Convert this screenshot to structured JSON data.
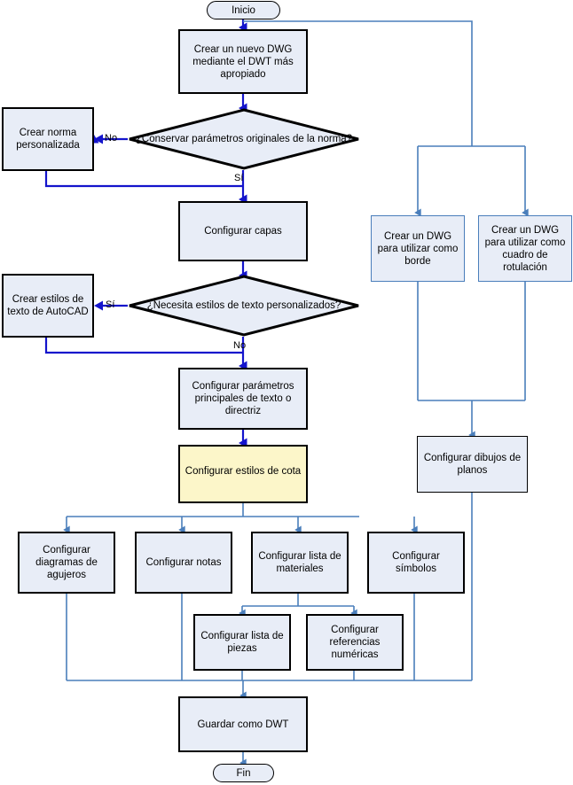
{
  "diagram": {
    "title": "Flujo de configuracion de plantilla DWT",
    "colors": {
      "node_fill": "#e8edf7",
      "node_border": "#000000",
      "thin_border": "#4a7ebb",
      "highlight_fill": "#fcf6c9",
      "connector_blue": "#4a7ebb",
      "decision_connector": "#0000cc",
      "background": "#ffffff"
    },
    "nodes": {
      "start": "Inicio",
      "end": "Fin",
      "create_dwg": "Crear un nuevo DWG mediante el DWT más apropiado",
      "decision_norma": "¿Conservar parámetros originales de la norma?",
      "crear_norma": "Crear norma personalizada",
      "configurar_capas": "Configurar capas",
      "decision_estilos": "¿Necesita estilos de texto personalizados?",
      "crear_estilos": "Crear estilos de texto de AutoCAD",
      "config_parametros": "Configurar parámetros principales de texto o directriz",
      "config_estilos_cota": "Configurar estilos de cota",
      "config_diagramas": "Configurar diagramas de agujeros",
      "config_notas": "Configurar notas",
      "config_lista_materiales": "Configurar lista de materiales",
      "config_simbolos": "Configurar símbolos",
      "config_lista_piezas": "Configurar lista de piezas",
      "config_referencias": "Configurar referencias numéricas",
      "guardar_dwt": "Guardar como DWT",
      "dwg_borde": "Crear un DWG para utilizar como borde",
      "dwg_rotulacion": "Crear un DWG para utilizar como cuadro de rotulación",
      "config_dibujos_planos": "Configurar dibujos de planos"
    },
    "edge_labels": {
      "norma_no": "No",
      "norma_si": "Sí",
      "estilos_si": "Sí",
      "estilos_no": "No"
    }
  }
}
